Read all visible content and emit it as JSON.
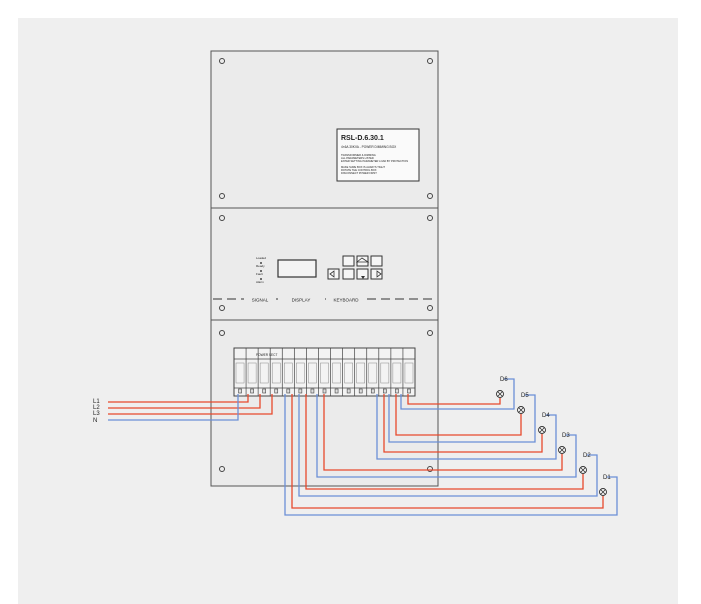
{
  "label_plate": {
    "model": "RSL-D.6.30.1",
    "subtitle": "4×6A 30KVA - POWER DIMMING BOX",
    "notes_a": [
      "TRANSFORMER & DIMMING",
      "ALL PARAMETERS LISTED",
      "ENTER SETTING PARAMETER LOAD BY PROTECTION"
    ],
    "notes_b": [
      "MAKE SURE BOX IS ALWAYS TIGHT",
      "ROTATE THE CONTROL BOX",
      "DISCONNECT POWER FIRST"
    ]
  },
  "panel": {
    "indicators": [
      "Loaded",
      "Ready",
      "Fault",
      "Alarm"
    ],
    "section_labels": {
      "signal": "SIGNAL",
      "display": "DISPLAY",
      "keyboard": "KEYBOARD"
    },
    "breaker_header": "POWER SECT"
  },
  "input_lines": [
    "L1",
    "L2",
    "L3",
    "N"
  ],
  "outputs": [
    "D6",
    "D5",
    "D4",
    "D3",
    "D2",
    "D1"
  ],
  "colors": {
    "phase": "#e8492c",
    "neutral": "#6b8fd6",
    "outline": "#555555",
    "background": "#efefef"
  }
}
